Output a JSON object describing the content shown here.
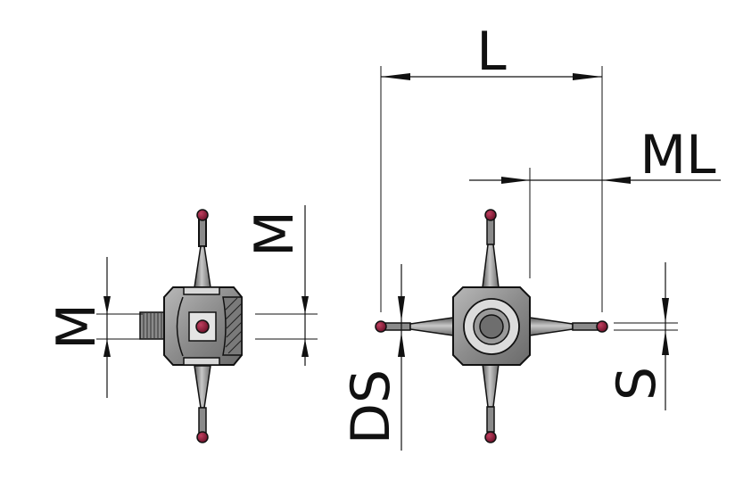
{
  "labels": {
    "L": "L",
    "ML": "ML",
    "M_left": "M",
    "M_top": "M",
    "DS": "DS",
    "S": "S"
  },
  "colors": {
    "ruby": "#8a1a35",
    "body": "#8c8c8c",
    "body_light": "#d0d0d0",
    "body_dark": "#5a5a5a",
    "line": "#111111"
  }
}
